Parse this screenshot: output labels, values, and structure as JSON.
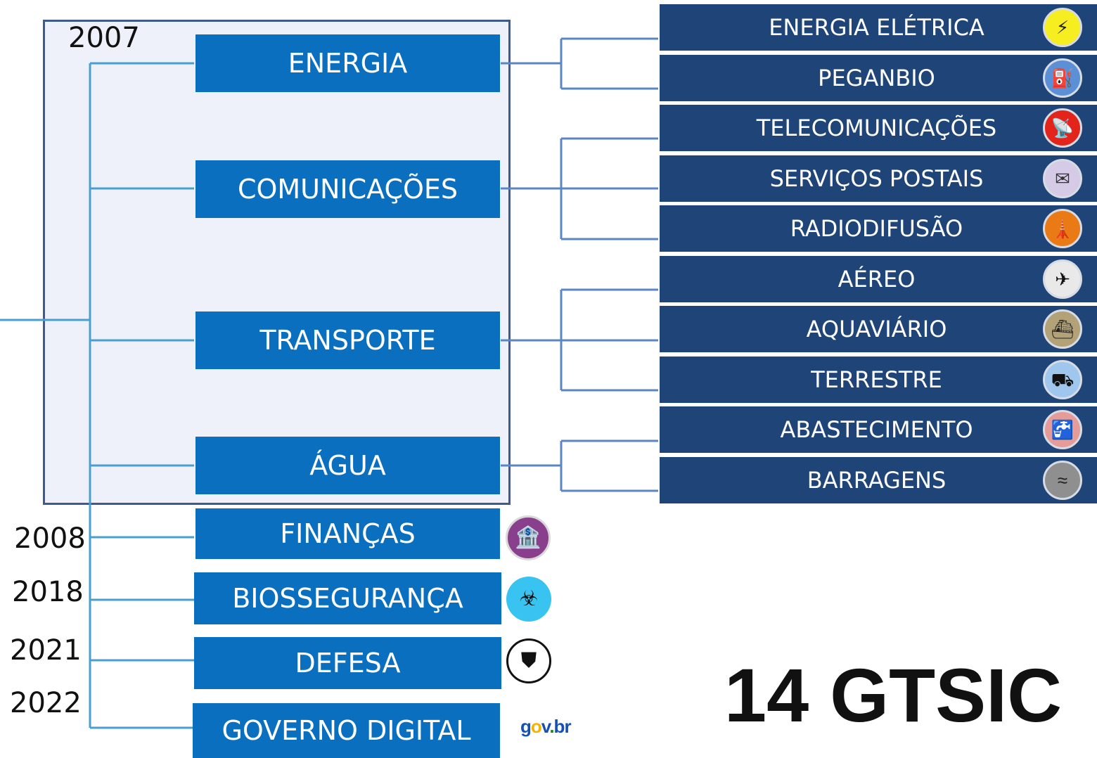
{
  "years": {
    "y2007": "2007",
    "y2008": "2008",
    "y2018": "2018",
    "y2021": "2021",
    "y2022": "2022"
  },
  "sectors": {
    "energia": "ENERGIA",
    "comunicacoes": "COMUNICAÇÕES",
    "transporte": "TRANSPORTE",
    "agua": "ÁGUA",
    "financas": "FINANÇAS",
    "biosseguranca": "BIOSSEGURANÇA",
    "defesa": "DEFESA",
    "governo_digital": "GOVERNO DIGITAL"
  },
  "subsectors": {
    "energia_eletrica": "ENERGIA ELÉTRICA",
    "peganbio": "PEGANBIO",
    "telecomunicacoes": "TELECOMUNICAÇÕES",
    "servicos_postais": "SERVIÇOS POSTAIS",
    "radiodifusao": "RADIODIFUSÃO",
    "aereo": "AÉREO",
    "aquaviario": "AQUAVIÁRIO",
    "terrestre": "TERRESTRE",
    "abastecimento": "ABASTECIMENTO",
    "barragens": "BARRAGENS"
  },
  "icons": {
    "energia_eletrica": "power-tower-icon",
    "peganbio": "oil-pump-icon",
    "telecomunicacoes": "satellite-dish-icon",
    "servicos_postais": "envelope-icon",
    "radiodifusao": "radio-tower-icon",
    "aereo": "airplane-icon",
    "aquaviario": "ship-icon",
    "terrestre": "truck-icon",
    "abastecimento": "water-tap-icon",
    "barragens": "dam-icon",
    "financas": "bank-money-icon",
    "biosseguranca": "biohazard-icon",
    "defesa": "shield-icon",
    "governo_digital": "gov-br-logo"
  },
  "logo_text": "gov.br",
  "headline": "14 GTSIC",
  "colors": {
    "sector_box": "#0b6fbf",
    "subsector_box": "#1f4478",
    "connector": "#4a9fd0",
    "group_border": "#3f5a8c",
    "group_fill": "#eef1f9"
  }
}
